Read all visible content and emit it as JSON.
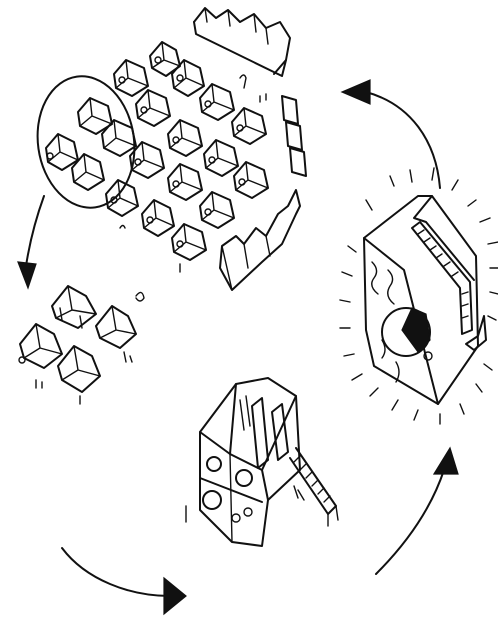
{
  "diagram": {
    "style": "black ink hand sketch on white",
    "colors": {
      "ink": "#111111",
      "background": "#ffffff"
    },
    "stages": [
      {
        "name": "village-cluster"
      },
      {
        "name": "small-house-group"
      },
      {
        "name": "stacked-house"
      },
      {
        "name": "glowing-single-house"
      }
    ],
    "cycle_arrows": 4
  }
}
